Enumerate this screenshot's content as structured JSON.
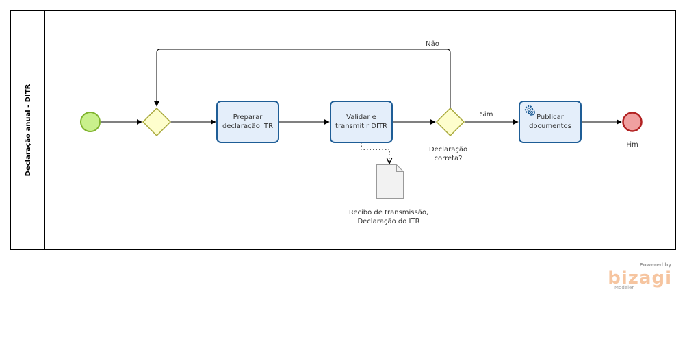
{
  "pool": {
    "lane_label": "Declaração anual - DITR"
  },
  "tasks": [
    {
      "id": "preparar",
      "line1": "Preparar",
      "line2": "declaração ITR"
    },
    {
      "id": "validar",
      "line1": "Validar e",
      "line2": "transmitir DITR"
    },
    {
      "id": "publicar",
      "line1": "Publicar",
      "line2": "documentos",
      "icon": "gear-icon"
    }
  ],
  "gateway_decision": {
    "line1": "Declaração",
    "line2": "correta?"
  },
  "flows": {
    "no_label": "Não",
    "yes_label": "Sim"
  },
  "artifact": {
    "line1": "Recibo de transmissão,",
    "line2": "Declaração do ITR"
  },
  "end_event": {
    "label": "Fim"
  },
  "branding": {
    "powered": "Powered by",
    "name": "bizagi",
    "product": "Modeler"
  },
  "colors": {
    "start_fill": "#c9f08c",
    "start_stroke": "#7fb32d",
    "gateway_fill": "#fefecd",
    "gateway_stroke": "#a8a83a",
    "task_fill": "#e4eefa",
    "task_stroke": "#1e5d96",
    "end_fill": "#f0a0a0",
    "end_stroke": "#b22222"
  }
}
